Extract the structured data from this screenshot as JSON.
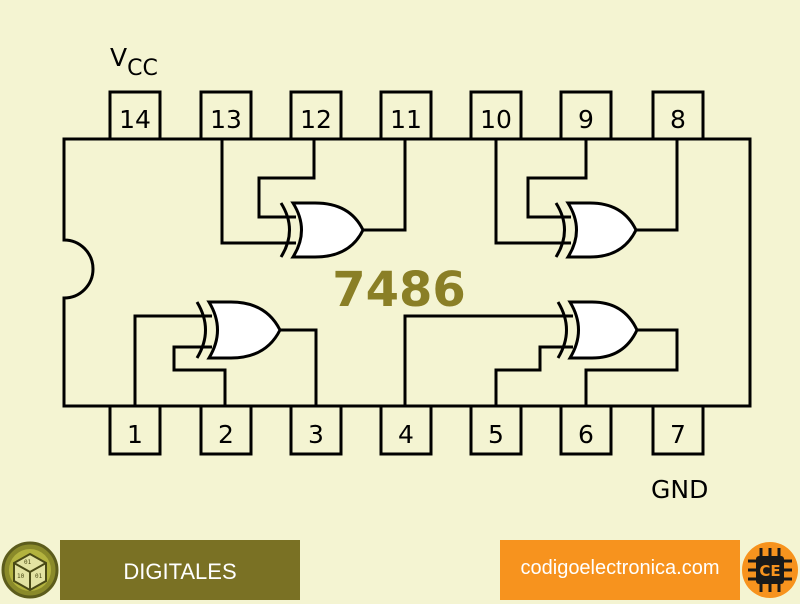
{
  "chip": {
    "part_number": "7486",
    "part_color": "#8a7f26",
    "vcc_main": "V",
    "vcc_sub": "CC",
    "gnd": "GND",
    "top_pins": [
      "14",
      "13",
      "12",
      "11",
      "10",
      "9",
      "8"
    ],
    "bottom_pins": [
      "1",
      "2",
      "3",
      "4",
      "5",
      "6",
      "7"
    ],
    "gates": [
      {
        "kind": "xor",
        "inputs": [
          "12",
          "13"
        ],
        "output": "11"
      },
      {
        "kind": "xor",
        "inputs": [
          "9",
          "10"
        ],
        "output": "8"
      },
      {
        "kind": "xor",
        "inputs": [
          "1",
          "2"
        ],
        "output": "3"
      },
      {
        "kind": "xor",
        "inputs": [
          "4",
          "5"
        ],
        "output": "6"
      }
    ]
  },
  "footer": {
    "category": "DIGITALES",
    "site": "codigoelectronica.com",
    "category_color": "#7a7124",
    "site_color": "#f7931e",
    "left_logo_icon": "binary-dice-icon",
    "right_logo_icon": "ce-chip-icon",
    "right_logo_text": "CE"
  }
}
